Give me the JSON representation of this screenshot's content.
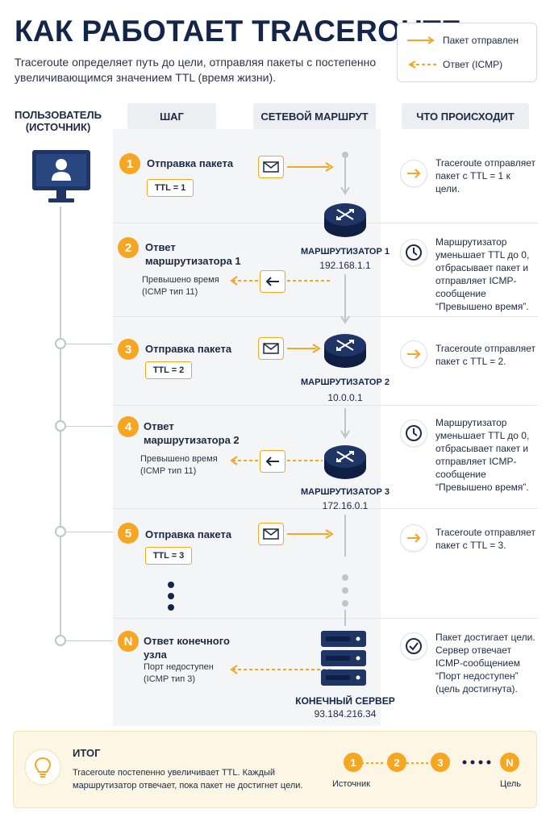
{
  "header": {
    "title": "КАК РАБОТАЕТ TRACEROUTE",
    "subtitle": "Traceroute определяет путь до цели, отправляя пакеты с постепенно увеличивающимся значением TTL (время жизни)."
  },
  "legend": {
    "sent": "Пакет отправлен",
    "reply": "Ответ (ICMP)"
  },
  "columns": {
    "user": "ПОЛЬЗОВАТЕЛЬ (ИСТОЧНИК)",
    "step": "ШАГ",
    "route": "СЕТЕВОЙ МАРШРУТ",
    "what": "ЧТО ПРОИСХОДИТ"
  },
  "steps": [
    {
      "num": "1",
      "title": "Отправка пакета",
      "ttl": "TTL = 1"
    },
    {
      "num": "2",
      "title": "Ответ маршрутизатора 1",
      "sub": "Превышено время (ICMP тип 11)"
    },
    {
      "num": "3",
      "title": "Отправка пакета",
      "ttl": "TTL = 2"
    },
    {
      "num": "4",
      "title": "Ответ маршрутизатора 2",
      "sub": "Превышено время (ICMP тип 11)"
    },
    {
      "num": "5",
      "title": "Отправка пакета",
      "ttl": "TTL = 3"
    },
    {
      "num": "N",
      "title": "Ответ конечного узла",
      "sub": "Порт недоступен (ICMP тип 3)"
    }
  ],
  "routers": [
    {
      "name": "МАРШРУТИЗАТОР 1",
      "ip": "192.168.1.1"
    },
    {
      "name": "МАРШРУТИЗАТОР 2",
      "ip": "10.0.0.1"
    },
    {
      "name": "МАРШРУТИЗАТОР 3",
      "ip": "172.16.0.1"
    }
  ],
  "server": {
    "name": "КОНЕЧНЫЙ СЕРВЕР",
    "ip": "93.184.216.34"
  },
  "descriptions": [
    "Traceroute отправляет пакет с TTL = 1 к цели.",
    "Маршрутизатор уменьшает TTL до 0, отбрасывает пакет и отправляет ICMP-сообщение “Превышено время”.",
    "Traceroute отправляет пакет с TTL = 2.",
    "Маршрутизатор уменьшает TTL до 0, отбрасывает пакет и отправляет ICMP-сообщение “Превышено время”.",
    "Traceroute отправляет пакет с TTL = 3.",
    "Пакет достигает цели. Сервер отвечает ICMP-сообщением “Порт недоступен” (цель достигнута)."
  ],
  "summary": {
    "title": "ИТОГ",
    "text": "Traceroute постепенно увеличивает TTL. Каждый маршрутизатор отвечает, пока пакет не достигнет цели.",
    "chain": [
      "1",
      "2",
      "3",
      "N"
    ],
    "source": "Источник",
    "target": "Цель"
  },
  "colors": {
    "accent": "#f5a623",
    "navy": "#14254a",
    "panel": "#f4f5f7"
  },
  "icons": {
    "user": "monitor-user-icon",
    "envelope": "envelope-icon",
    "arrow_left": "arrow-left-icon",
    "router": "router-icon",
    "server": "server-icon",
    "clock": "clock-icon",
    "arrow_right": "arrow-right-icon",
    "check": "check-circle-icon",
    "bulb": "lightbulb-icon"
  }
}
